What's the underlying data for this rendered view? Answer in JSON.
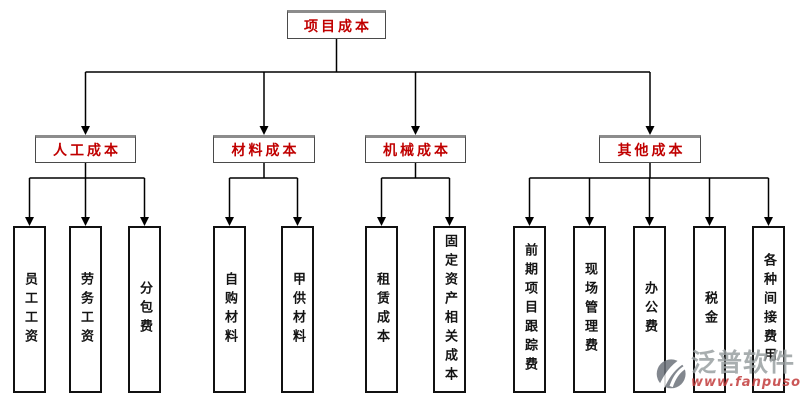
{
  "root": {
    "label": "项目成本"
  },
  "categories": [
    {
      "label": "人工成本",
      "children": [
        "员工工资",
        "劳务工资",
        "分包费"
      ]
    },
    {
      "label": "材料成本",
      "children": [
        "自购材料",
        "甲供材料"
      ]
    },
    {
      "label": "机械成本",
      "children": [
        "租赁成本",
        "固定资产相关成本"
      ]
    },
    {
      "label": "其他成本",
      "children": [
        "前期项目跟踪费",
        "现场管理费",
        "办公费",
        "税金",
        "各种间接费用"
      ]
    }
  ],
  "watermark": {
    "brand": "泛普软件",
    "url": "www.fanpusoft.com"
  },
  "colors": {
    "label_red": "#c00000",
    "node_text_black": "#141414",
    "line_black": "#000000",
    "box_top_gray": "#8c8c8c",
    "watermark_gray": "#9aa0a2",
    "watermark_red": "#c23b3b"
  }
}
